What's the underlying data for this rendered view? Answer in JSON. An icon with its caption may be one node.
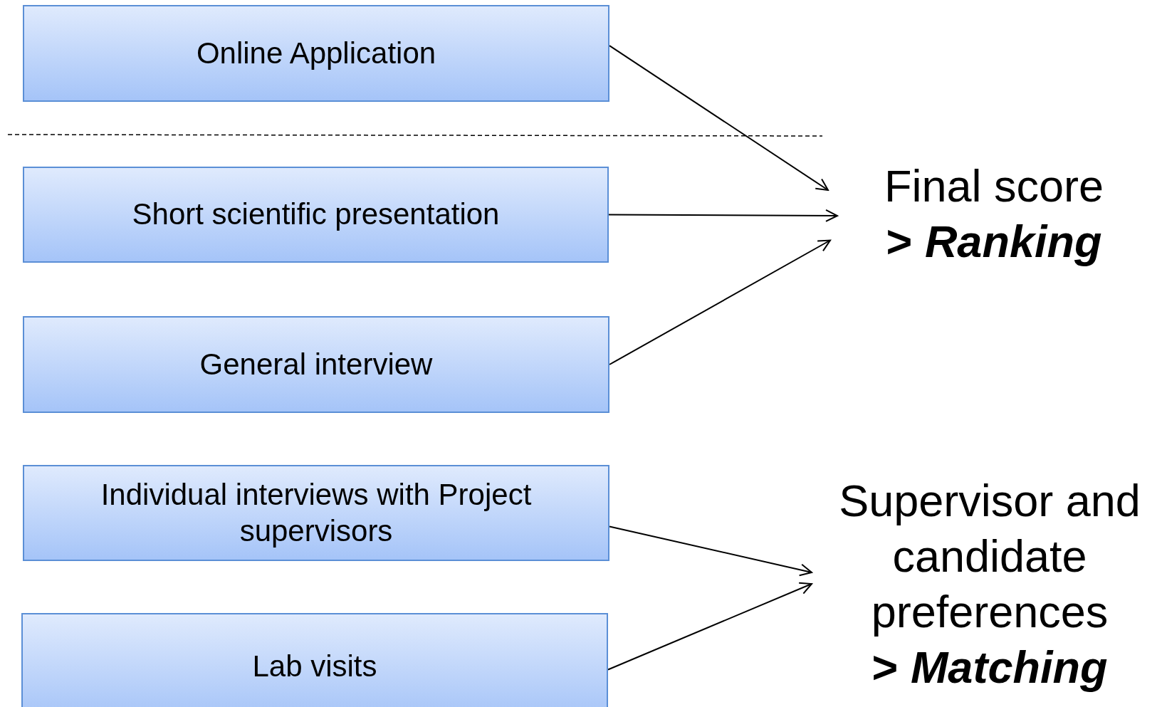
{
  "diagram": {
    "nodes": [
      {
        "text": [
          "Online Application"
        ]
      },
      {
        "text": [
          "Short scientific presentation"
        ]
      },
      {
        "text": [
          "General interview"
        ]
      },
      {
        "text": [
          "Individual interviews with Project supervisors"
        ]
      },
      {
        "text": [
          "Lab visits"
        ]
      },
      {
        "text": [
          "Final score",
          "> *Ranking*"
        ]
      },
      {
        "text": [
          "Supervisor and candidate preferences",
          "> *Matching*"
        ]
      }
    ],
    "edges": [
      {
        "from": 0,
        "to": 5,
        "arrow": "to"
      },
      {
        "from": 1,
        "to": 5,
        "arrow": "to"
      },
      {
        "from": 2,
        "to": 5,
        "arrow": "to"
      },
      {
        "from": 3,
        "to": 6,
        "arrow": "to"
      },
      {
        "from": 4,
        "to": 6,
        "arrow": "to"
      }
    ]
  }
}
